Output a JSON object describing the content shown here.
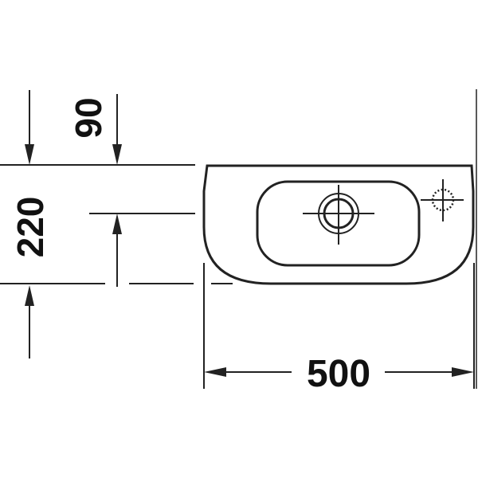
{
  "drawing": {
    "type": "technical-dimension-drawing",
    "subject": "wall-hung hand basin, top view",
    "colors": {
      "line": "#222222",
      "text": "#111111",
      "background": "#ffffff"
    }
  },
  "dimensions": {
    "depth_offset": {
      "value": "90",
      "orientation": "vertical-rotated"
    },
    "depth_total": {
      "value": "220",
      "orientation": "vertical-rotated"
    },
    "width_total": {
      "value": "500",
      "orientation": "horizontal"
    }
  },
  "features": {
    "drain": {
      "icon": "drain-circle-with-crosshair"
    },
    "tap_hole": {
      "icon": "dotted-circle-with-crosshair"
    }
  }
}
